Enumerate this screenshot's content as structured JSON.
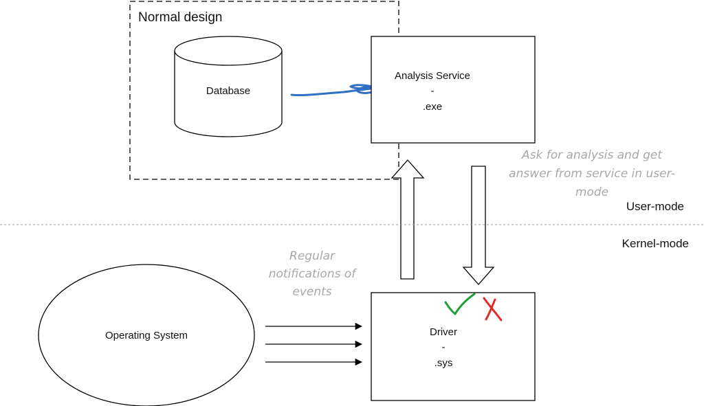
{
  "colors": {
    "stroke": "#000000",
    "note_text": "#a8a8a8",
    "blue_scribble": "#2f6fc4",
    "check_mark": "#1e9e36",
    "cross_mark": "#e02a2a",
    "mode_divider": "#9a9a9a"
  },
  "regions": {
    "normal_design_label": "Normal design",
    "user_mode_label": "User-mode",
    "kernel_mode_label": "Kernel-mode"
  },
  "nodes": {
    "database": {
      "label": "Database"
    },
    "analysis_service": {
      "line1": "Analysis Service",
      "line2": "-",
      "line3": ".exe"
    },
    "driver": {
      "line1": "Driver",
      "line2": "-",
      "line3": ".sys"
    },
    "operating_system": {
      "label": "Operating System"
    }
  },
  "annotations": {
    "ask_analysis": {
      "line1": "Ask for analysis and get",
      "line2": "answer from service in user-",
      "line3": "mode"
    },
    "notifications": {
      "line1": "Regular",
      "line2": "notifications of",
      "line3": "events"
    }
  },
  "marks": {
    "check_icon": "check-mark-icon",
    "cross_icon": "cross-mark-icon"
  }
}
